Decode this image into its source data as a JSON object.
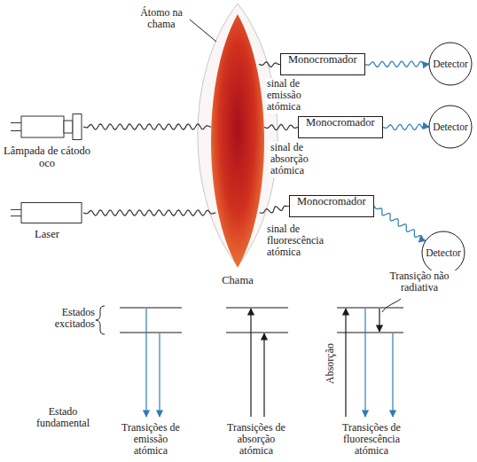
{
  "diagram": {
    "nodes": [
      {
        "text": [
          "Chama"
        ]
      },
      {
        "text": [
          "Monocromador"
        ]
      },
      {
        "text": [
          "Detector"
        ]
      },
      {
        "text": [
          "Lâmpada de cátodo oco"
        ]
      },
      {
        "text": [
          "Monocromador"
        ]
      },
      {
        "text": [
          "Detector"
        ]
      },
      {
        "text": [
          "Laser"
        ]
      },
      {
        "text": [
          "Monocromador"
        ]
      },
      {
        "text": [
          "Detector"
        ]
      }
    ],
    "edges": [
      {
        "from": 0,
        "to": 1,
        "label": "sinal de emissão atómica",
        "arrow": "none"
      },
      {
        "from": 1,
        "to": 2,
        "arrow": "to"
      },
      {
        "from": 3,
        "to": 0,
        "arrow": "none"
      },
      {
        "from": 0,
        "to": 4,
        "label": "sinal de absorção atómica",
        "arrow": "none"
      },
      {
        "from": 4,
        "to": 5,
        "arrow": "to"
      },
      {
        "from": 6,
        "to": 0,
        "arrow": "none"
      },
      {
        "from": 0,
        "to": 7,
        "label": "sinal de fluorescência atómica",
        "arrow": "none"
      },
      {
        "from": 7,
        "to": 8,
        "arrow": "to"
      }
    ],
    "labels": [
      "Átomo na chama",
      "Estados excitados",
      "Estado fundamental",
      "Transições de emissão atómica",
      "Transições de absorção atómica",
      "Transição não radiativa",
      "Absorção",
      "Transições de fluorescência atómica"
    ]
  }
}
